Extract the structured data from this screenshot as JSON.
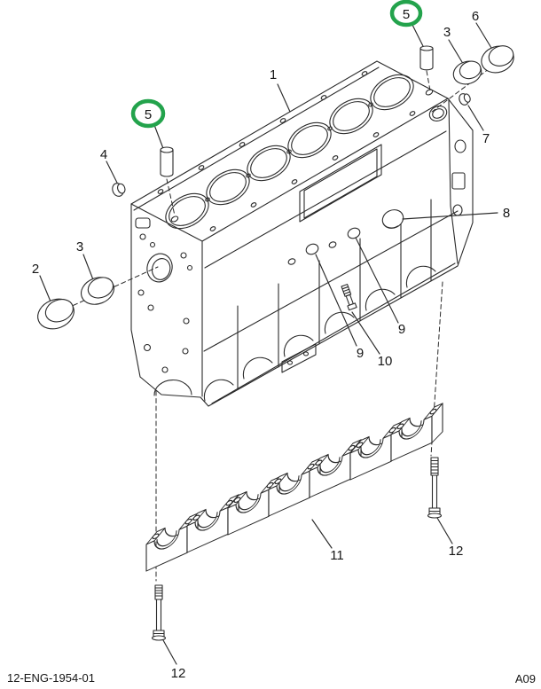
{
  "colors": {
    "line": "#2a2a2a",
    "highlight": "#23a34c",
    "background": "#ffffff"
  },
  "callouts": [
    {
      "label": "1",
      "highlighted": false
    },
    {
      "label": "2",
      "highlighted": false
    },
    {
      "label": "3",
      "highlighted": false
    },
    {
      "label": "4",
      "highlighted": false
    },
    {
      "label": "5",
      "highlighted": true
    },
    {
      "label": "5",
      "highlighted": true
    },
    {
      "label": "3",
      "highlighted": false
    },
    {
      "label": "6",
      "highlighted": false
    },
    {
      "label": "7",
      "highlighted": false
    },
    {
      "label": "8",
      "highlighted": false
    },
    {
      "label": "9",
      "highlighted": false
    },
    {
      "label": "9",
      "highlighted": false
    },
    {
      "label": "10",
      "highlighted": false
    },
    {
      "label": "11",
      "highlighted": false
    },
    {
      "label": "12",
      "highlighted": false
    },
    {
      "label": "12",
      "highlighted": false
    }
  ],
  "footer": {
    "drawing_number": "12-ENG-1954-01",
    "sheet_code": "A09"
  }
}
